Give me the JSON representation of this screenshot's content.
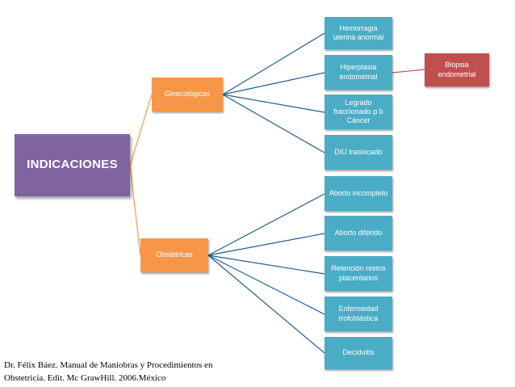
{
  "colors": {
    "root": "#8064A2",
    "category": "#F79646",
    "leaf": "#4BACC6",
    "highlight": "#C0504D",
    "connector_orange": "#F79646",
    "connector_blue": "#1F5F8B",
    "connector_red": "#C0504D"
  },
  "diagram": {
    "root": "INDICACIONES",
    "categories": {
      "ginecologicas": {
        "label": "Ginecológicas",
        "items": [
          "Hemorragia uterina anormal",
          "Hiperplasia endometrial",
          "Legrado fraccionado p b Cáncer",
          "DIU traslocado"
        ]
      },
      "obstetricas": {
        "label": "Obstétricas",
        "items": [
          "Aborto incompleto",
          "Aborto diferido",
          "Retención restos placentarios",
          "Enfermedad trofoblástica",
          "Deciduitis"
        ]
      }
    },
    "sub": "Biopsia endometrial"
  },
  "citation": "Dr. Félix Báez. Manual de Maniobras y Procedimientos en Obstetricia. Edit. Mc GrawHill. 2006.México"
}
